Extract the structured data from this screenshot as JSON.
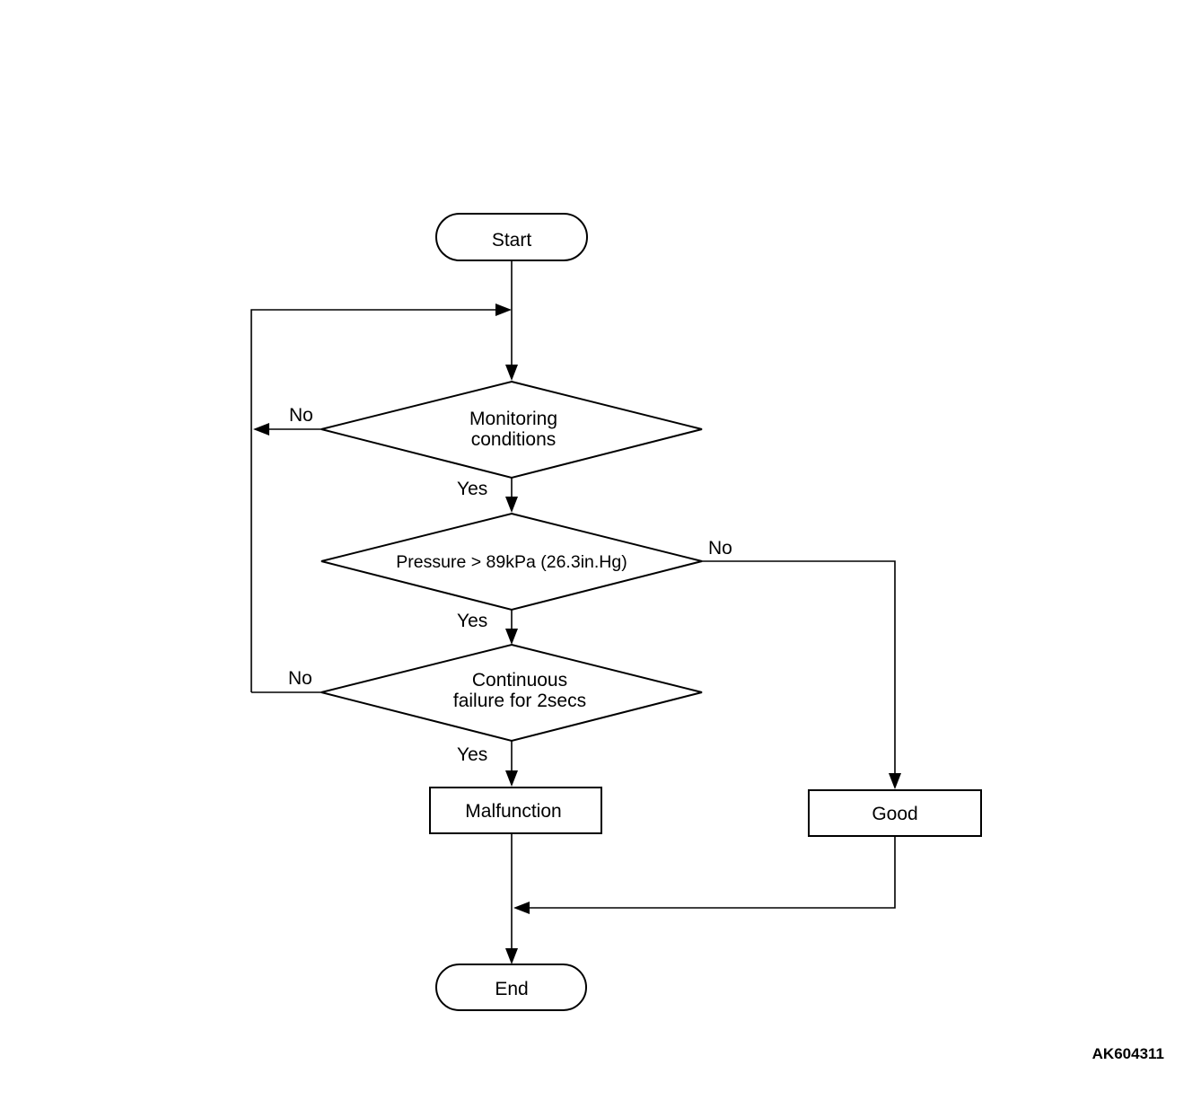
{
  "nodes": {
    "start": "Start",
    "monitoring": [
      "Monitoring",
      "conditions"
    ],
    "pressure": "Pressure > 89kPa (26.3in.Hg)",
    "continuous": [
      "Continuous",
      "failure for 2secs"
    ],
    "malfunction": "Malfunction",
    "good": "Good",
    "end": "End"
  },
  "edges": {
    "monitoring_no": "No",
    "monitoring_yes": "Yes",
    "pressure_no": "No",
    "pressure_yes": "Yes",
    "continuous_no": "No",
    "continuous_yes": "Yes"
  },
  "figure_id": "AK604311"
}
